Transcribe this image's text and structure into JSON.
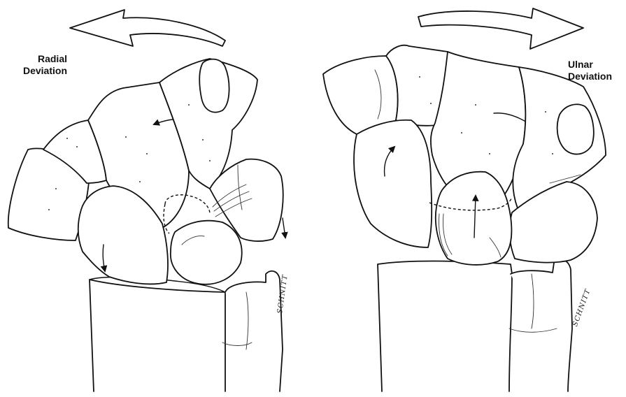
{
  "labels": {
    "left_line1": "Radial",
    "left_line2": "Deviation",
    "right_line1": "Ulnar",
    "right_line2": "Deviation"
  },
  "signatures": {
    "left": "SCHNITT",
    "right": "SCHNITT"
  },
  "colors": {
    "ink": "#111111",
    "background": "#ffffff"
  }
}
